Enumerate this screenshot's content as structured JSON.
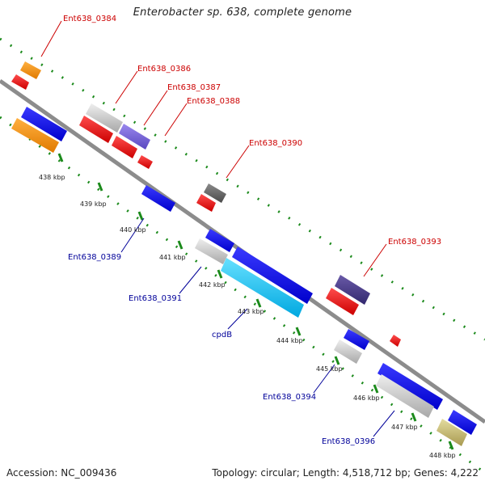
{
  "title": "Enterobacter sp. 638, complete genome",
  "footer": {
    "accession": "Accession: NC_009436",
    "summary": "Topology: circular; Length: 4,518,712 bp; Genes: 4,222"
  },
  "colors": {
    "backbone": "#8c8c8c",
    "tick": "#1b8a1b",
    "top_label": "#cc0000",
    "bottom_label": "#000099",
    "kbp_label": "#222222"
  },
  "kbp_ticks": [
    "438 kbp",
    "439 kbp",
    "440 kbp",
    "441 kbp",
    "442 kbp",
    "443 kbp",
    "444 kbp",
    "445 kbp",
    "446 kbp",
    "447 kbp",
    "448 kbp"
  ],
  "gene_labels_top": [
    "Ent638_0384",
    "Ent638_0386",
    "Ent638_0387",
    "Ent638_0388",
    "Ent638_0390",
    "Ent638_0393"
  ],
  "gene_labels_bottom": [
    "Ent638_0389",
    "Ent638_0391",
    "cpdB",
    "Ent638_0394",
    "Ent638_0396"
  ]
}
